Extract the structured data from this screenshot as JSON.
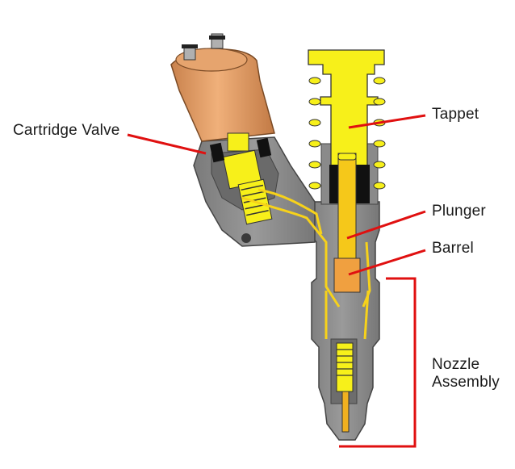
{
  "labels": {
    "cartridge_valve": "Cartridge Valve",
    "tappet": "Tappet",
    "plunger": "Plunger",
    "barrel": "Barrel",
    "nozzle_line1": "Nozzle",
    "nozzle_line2": "Assembly"
  },
  "colors": {
    "body_gray": "#8c8c8c",
    "body_dark": "#5e5e5e",
    "cap_orange": "#e8a26a",
    "yellow": "#f7f01a",
    "barrel_orange": "#f0a040",
    "leader_red": "#e01010",
    "black": "#111111"
  }
}
